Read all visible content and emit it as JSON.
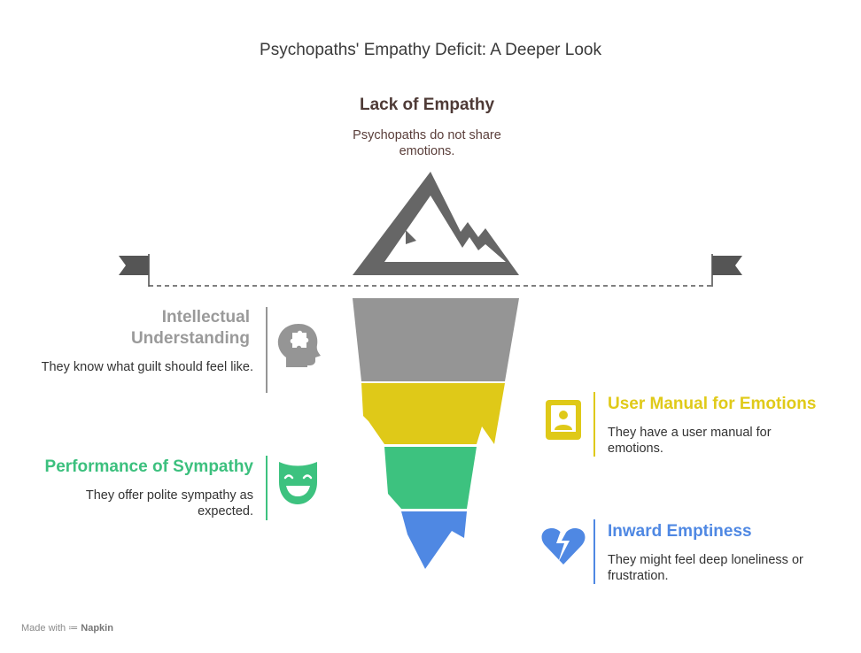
{
  "title": "Psychopaths' Empathy Deficit: A Deeper Look",
  "top": {
    "heading": "Lack of Empathy",
    "description": "Psychopaths do not share emotions."
  },
  "layers": [
    {
      "id": "intellectual",
      "heading": "Intellectual Understanding",
      "description": "They know what guilt should feel like.",
      "color": "#959595",
      "icon": "head-puzzle-icon"
    },
    {
      "id": "manual",
      "heading": "User Manual for Emotions",
      "description": "They have a user manual for emotions.",
      "color": "#dfc918",
      "icon": "manual-book-icon"
    },
    {
      "id": "sympathy",
      "heading": "Performance of Sympathy",
      "description": "They offer polite sympathy as expected.",
      "color": "#3dc27f",
      "icon": "smiling-mask-icon"
    },
    {
      "id": "emptiness",
      "heading": "Inward Emptiness",
      "description": "They might feel deep loneliness or frustration.",
      "color": "#4f88e3",
      "icon": "broken-heart-icon"
    }
  ],
  "colors": {
    "peak": "#666666",
    "waterline": "#555555"
  },
  "footer": {
    "prefix": "Made with",
    "brand": "Napkin"
  }
}
